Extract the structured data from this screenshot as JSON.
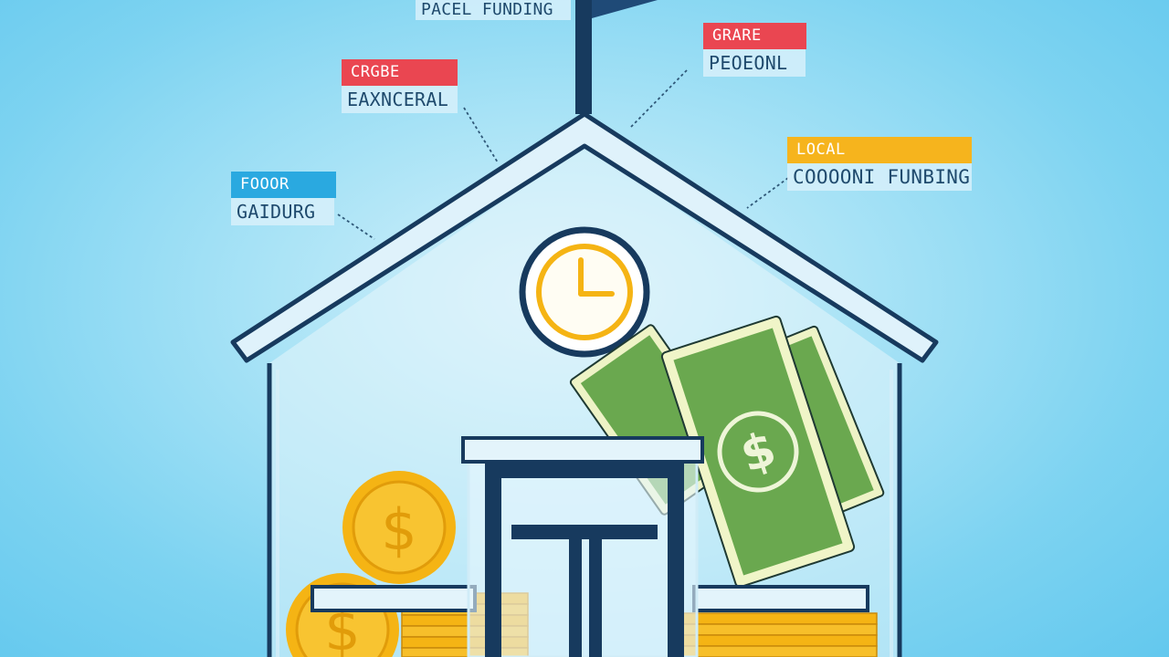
{
  "colors": {
    "background": "#7dd3f1",
    "house_outline": "#173a5e",
    "coin_gold": "#f5b414",
    "bill_green": "#6aa84f",
    "tag_red": "#ea4651",
    "tag_orange": "#f6b41d",
    "tag_blue": "#2aa9e0"
  },
  "icons": [
    "flag-icon",
    "clock-icon",
    "dollar-coin-icon",
    "dollar-bill-icon"
  ],
  "callouts": {
    "top": {
      "body": "PACEL FUNDING"
    },
    "state": {
      "tag": "GRARE",
      "body": "PEOEONL"
    },
    "federal": {
      "tag": "CRGBE",
      "body": "EAXNCERAL"
    },
    "local": {
      "tag": "LOCAL",
      "body": "COOOONI FUNBING"
    },
    "food": {
      "tag": "FOOOR",
      "body": "GAIDURG"
    }
  }
}
